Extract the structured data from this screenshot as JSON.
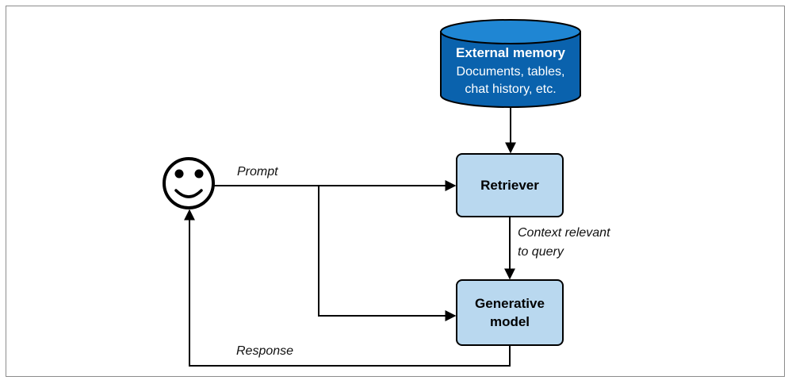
{
  "colors": {
    "cylinder_fill": "#0a62ad",
    "cylinder_top": "#1f86d3",
    "box_fill": "#b9d8ef",
    "stroke": "#000000",
    "cylinder_text": "#ffffff"
  },
  "nodes": {
    "external_memory": {
      "title": "External memory",
      "line1": "Documents, tables,",
      "line2": "chat history, etc."
    },
    "retriever": {
      "label": "Retriever"
    },
    "generative_model": {
      "line1": "Generative",
      "line2": "model"
    },
    "user": {
      "icon": "smiley-face-icon"
    }
  },
  "edges": {
    "prompt": "Prompt",
    "context_line1": "Context relevant",
    "context_line2": "to query",
    "response": "Response"
  }
}
